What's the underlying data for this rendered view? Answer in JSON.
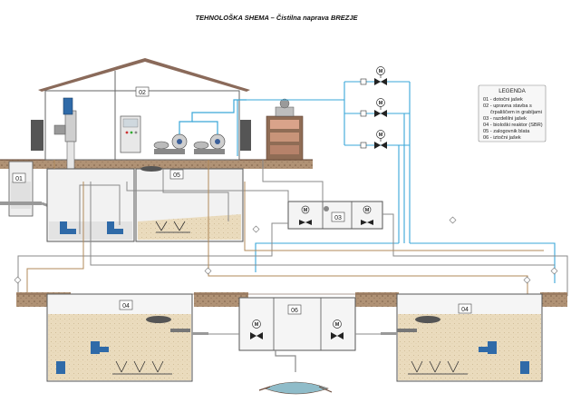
{
  "title": "TEHNOLOŠKA SHEMA – Čistilna naprava BREZJE",
  "tags": {
    "t01": "01",
    "t02": "02",
    "t03": "03",
    "t04a": "04",
    "t04b": "04",
    "t05": "05",
    "t06": "06"
  },
  "motor_label": "M",
  "legend": {
    "heading": "LEGENDA",
    "items": [
      "01 - dotočni jašek",
      "02 - upravna stavba s",
      "črpališčem in grabljami",
      "03 - razdelilni jašek",
      "04 - biološki reaktor (SBR)",
      "05 - zalogovnik blata",
      "06 - iztočni jašek"
    ]
  },
  "colors": {
    "pipe_blue": "#3aa7d8",
    "pipe_gray": "#8a8a8a",
    "pipe_tan": "#b08a5a",
    "soil": "#a8896a",
    "sludge": "#e9dcc0",
    "concrete": "#d8d8d8",
    "roof": "#8a6a5a",
    "ground": "#6b4a3a"
  }
}
